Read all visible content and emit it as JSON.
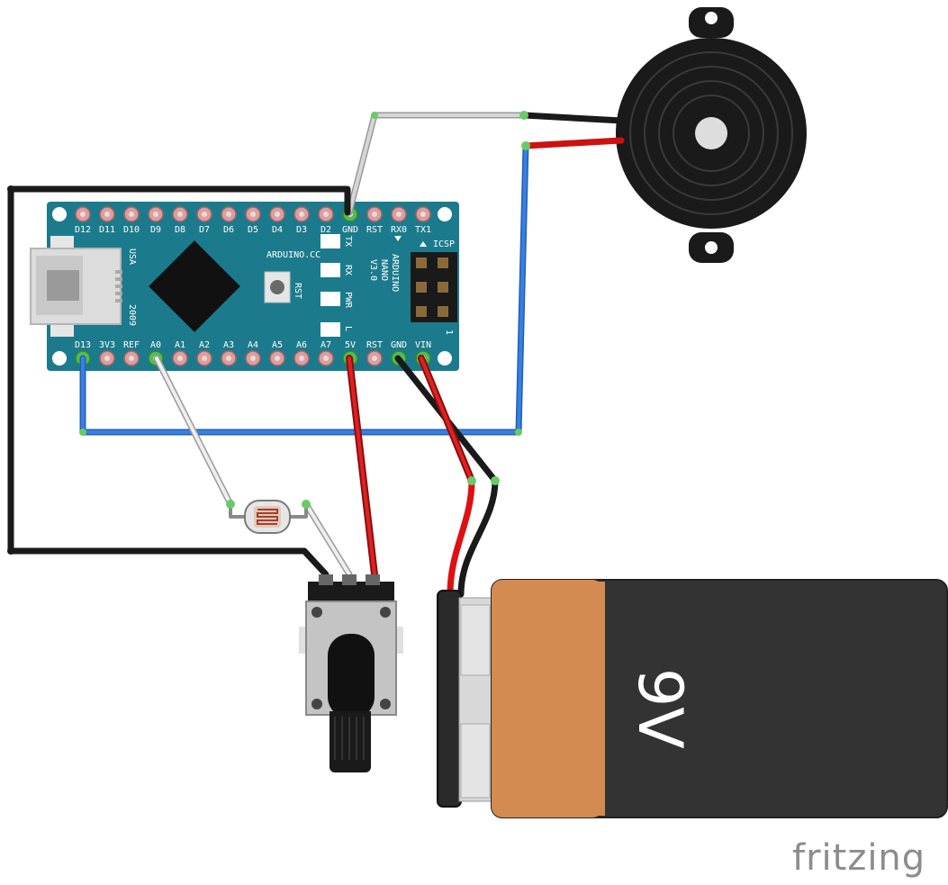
{
  "arduino": {
    "top_pins": [
      "D12",
      "D11",
      "D10",
      "D9",
      "D8",
      "D7",
      "D6",
      "D5",
      "D4",
      "D3",
      "D2",
      "GND",
      "RST",
      "RX0",
      "TX1"
    ],
    "bottom_pins": [
      "D13",
      "3V3",
      "REF",
      "A0",
      "A1",
      "A2",
      "A3",
      "A4",
      "A5",
      "A6",
      "A7",
      "5V",
      "RST",
      "GND",
      "VIN"
    ],
    "usa_label": "USA",
    "year_label": "2009",
    "site_label": "ARDUINO.CC",
    "rst_label": "RST",
    "led_labels": [
      "TX",
      "RX",
      "PWR",
      "L"
    ],
    "model_lines": [
      "ARDUINO",
      "NANO",
      "V3.0"
    ],
    "icsp_label": "ICSP",
    "one_label": "1",
    "board_color": "#1b7b8c"
  },
  "battery": {
    "label": "9V",
    "body_color": "#333333",
    "wrap_color": "#d38b52"
  },
  "wire_colors": {
    "red": "#cc1111",
    "black": "#1a1a1a",
    "blue": "#2f6fd0",
    "gray": "#bdbdbd"
  },
  "watermark": "fritzing"
}
